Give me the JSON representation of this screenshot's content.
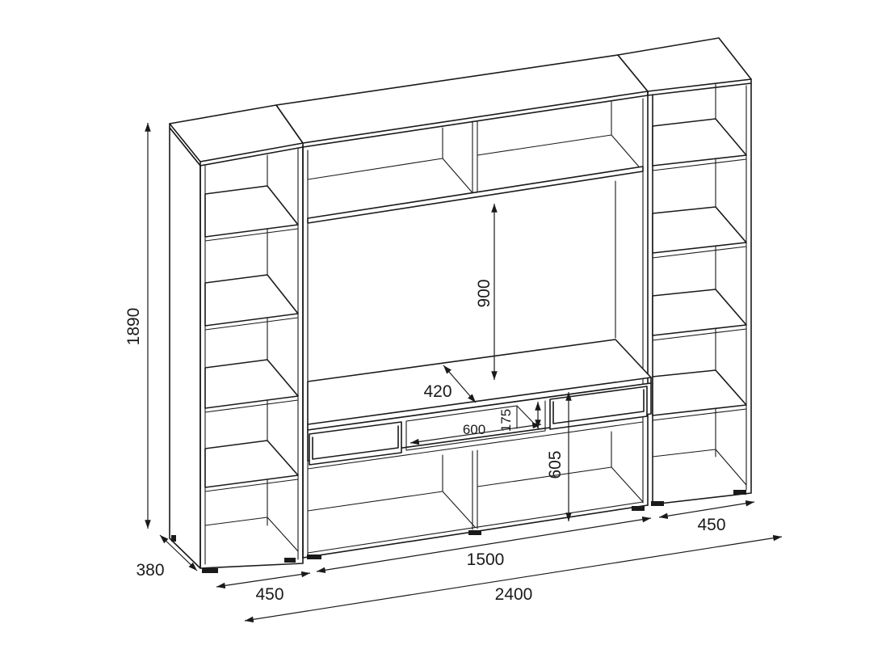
{
  "dimensions": {
    "total_height": "1890",
    "depth": "380",
    "left_width": "450",
    "center_width": "1500",
    "right_width": "450",
    "total_width": "2400",
    "tv_opening_height": "900",
    "shelf_depth": "420",
    "drawer_width": "600",
    "drawer_height": "175",
    "lower_height": "605"
  },
  "colors": {
    "line": "#1a1a1a",
    "background": "#ffffff"
  }
}
